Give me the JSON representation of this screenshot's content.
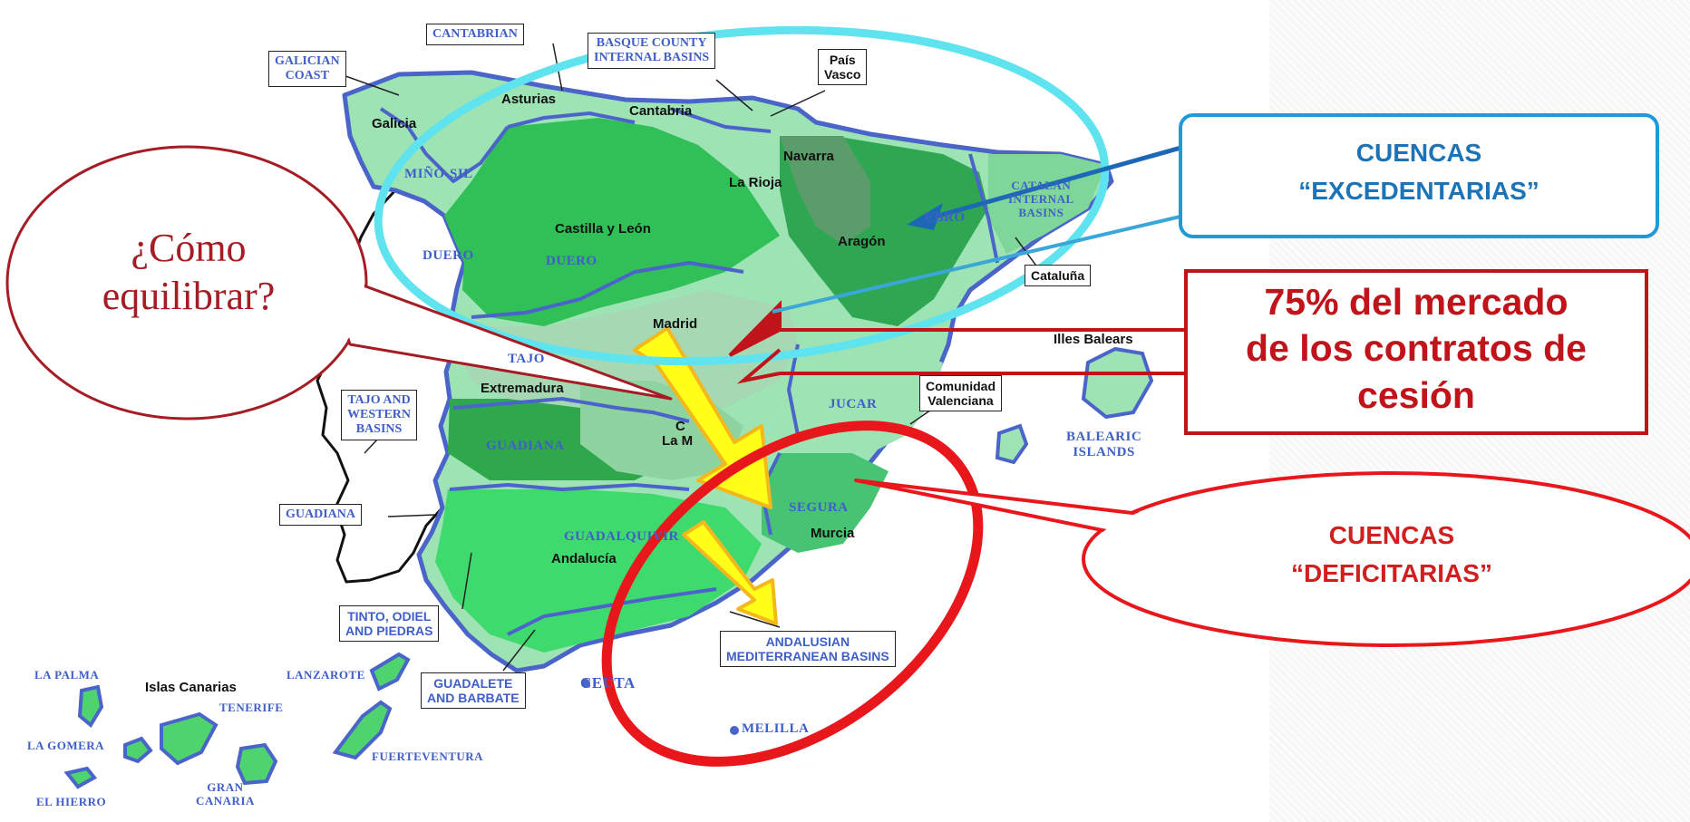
{
  "main_question": [
    "¿Cómo",
    "equilibrar?"
  ],
  "callouts": {
    "surplus": [
      "CUENCAS",
      "“EXCEDENTARIAS”"
    ],
    "market": [
      "75% del mercado",
      "de los contratos de",
      "cesión"
    ],
    "deficit": [
      "CUENCAS",
      "“DEFICITARIAS”"
    ]
  },
  "colors": {
    "surplus_ellipse": "#5fe3ee",
    "surplus_box": "#1e9ad8",
    "market_box": "#c0141a",
    "deficit": "#e8171c",
    "question": "#a51c24",
    "arrow_fill": "#ffff1a",
    "arrow_edge": "#f3b81c",
    "basin_border": "#4a64c9"
  },
  "regions": {
    "galicia": "Galicia",
    "asturias": "Asturias",
    "cantabria": "Cantabria",
    "navarra": "Navarra",
    "la_rioja": "La Rioja",
    "castilla_leon": "Castilla y León",
    "aragon": "Aragón",
    "madrid": "Madrid",
    "extremadura": "Extremadura",
    "castilla_mancha_a": "C",
    "castilla_mancha_b": "La M",
    "murcia": "Murcia",
    "andalucia": "Andalucía",
    "islas_canarias": "Islas Canarias",
    "illes_balears": "Illes Balears"
  },
  "basins": {
    "mino_sil": "MIÑO-SIL",
    "duero_pt": "DUERO",
    "duero": "DUERO",
    "tajo": "TAJO",
    "guadiana": "GUADIANA",
    "guadalquivir": "GUADALQUIVIR",
    "segura": "SEGURA",
    "jucar": "JUCAR",
    "ebro": "EBRO",
    "catalan": [
      "CATALAN",
      "INTERNAL",
      "BASINS"
    ],
    "ceuta": "CEUTA",
    "melilla": "MELILLA",
    "balearic": [
      "BALEARIC",
      "ISLANDS"
    ]
  },
  "islands": {
    "la_palma": "LA PALMA",
    "la_gomera": "LA GOMERA",
    "el_hierro": "EL HIERRO",
    "tenerife": "TENERIFE",
    "gran_canaria": [
      "GRAN",
      "CANARIA"
    ],
    "lanzarote": "LANZAROTE",
    "fuerteventura": "FUERTEVENTURA"
  },
  "boxed_labels": {
    "galician_coast": [
      "GALICIAN",
      "COAST"
    ],
    "cantabrian": "CANTABRIAN",
    "basque": [
      "BASQUE COUNTY",
      "INTERNAL BASINS"
    ],
    "pais_vasco": [
      "País",
      "Vasco"
    ],
    "cataluna": "Cataluña",
    "comunidad_valenciana": [
      "Comunidad",
      "Valenciana"
    ],
    "tajo_western": [
      "TAJO AND",
      "WESTERN",
      "BASINS"
    ],
    "guadiana_pt": "GUADIANA",
    "tinto": [
      "TINTO, ODIEL",
      "AND PIEDRAS"
    ],
    "guadalete": [
      "GUADALETE",
      "AND BARBATE"
    ],
    "andalusian_med": [
      "ANDALUSIAN",
      "MEDITERRANEAN BASINS"
    ]
  }
}
